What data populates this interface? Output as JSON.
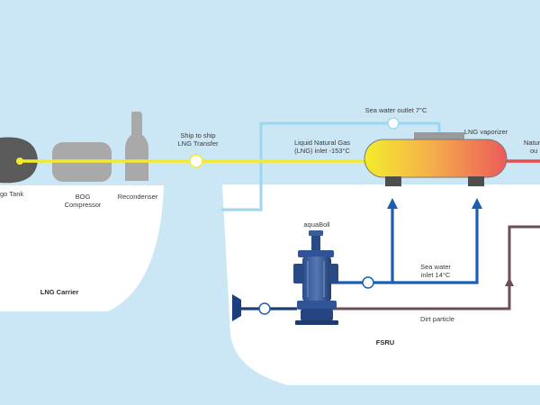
{
  "labels": {
    "cargo_tank": "go Tank",
    "bog_compressor_1": "BOG",
    "bog_compressor_2": "Compressor",
    "recondenser": "Recondenser",
    "ship_to_ship_1": "Ship to ship",
    "ship_to_ship_2": "LNG Transfer",
    "lng_inlet_1": "Liquid Natural Gas",
    "lng_inlet_2": "(LNG) inlet -153°C",
    "sea_water_outlet": "Sea water outlet 7°C",
    "lng_vaporizer": "LNG vaporizer",
    "natural_gas_1": "Natur",
    "natural_gas_2": "ou",
    "aquaboll": "aquaBoll",
    "sea_water_inlet_1": "Sea water",
    "sea_water_inlet_2": "inlet 14°C",
    "dirt_particle": "Dirt particle",
    "lng_carrier": "LNG Carrier",
    "fsru": "FSRU"
  },
  "icons": [
    "cargo-tank-icon",
    "bog-compressor-icon",
    "recondenser-icon",
    "lng-vaporizer-icon",
    "aquaboll-filter-icon",
    "sea-chest-icon",
    "flow-valve-icon",
    "flow-arrow-icon"
  ],
  "colors": {
    "background": "#cbe7f5",
    "hull": "#ffffff",
    "lng_line": "#f2ea2a",
    "sea_water_inlet_line": "#1c5fb0",
    "sea_water_outlet_line": "#9fd6ef",
    "dirt_line": "#6b4e57",
    "natural_gas_line": "#ea4b4b",
    "equipment_gray": "#a9a9a9",
    "aquaboll_blue": "#2a4f8f"
  }
}
